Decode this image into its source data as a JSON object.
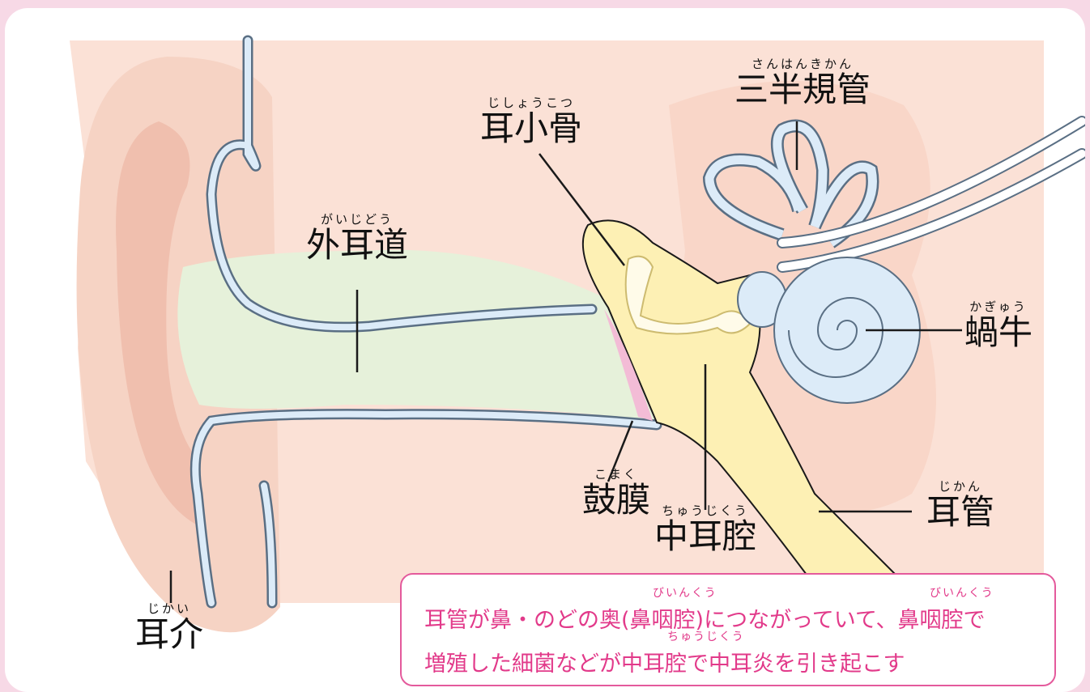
{
  "labels": {
    "gaijidou": {
      "ruby": "がいじどう",
      "text": "外耳道"
    },
    "jishoukotsu": {
      "ruby": "じしょうこつ",
      "text": "耳小骨"
    },
    "sanhankikan": {
      "ruby": "さんはんきかん",
      "text": "三半規管"
    },
    "kagyuu": {
      "ruby": "かぎゅう",
      "text": "蝸牛"
    },
    "komaku": {
      "ruby": "こまく",
      "text": "鼓膜"
    },
    "chuujikuu": {
      "ruby": "ちゅうじくう",
      "text": "中耳腔"
    },
    "jikan": {
      "ruby": "じかん",
      "text": "耳管"
    },
    "jikai": {
      "ruby": "じかい",
      "text": "耳介"
    }
  },
  "note": {
    "line1": "耳管が鼻・のどの奥(鼻咽腔)につながっていて、鼻咽腔で",
    "line2": "増殖した細菌などが中耳腔で中耳炎を引き起こす",
    "ruby1a": "びいんくう",
    "ruby1b": "びいんくう",
    "ruby2": "ちゅうじくう"
  },
  "colors": {
    "background": "#f7d9e6",
    "skin": "#fbe1d6",
    "outer_ear": "#f6d3c4",
    "canal": "#e6f1da",
    "middle_ear": "#fdf0b4",
    "inner_ear": "#dcebf8",
    "eardrum": "#f3bcd6",
    "accent": "#e23a8a"
  }
}
